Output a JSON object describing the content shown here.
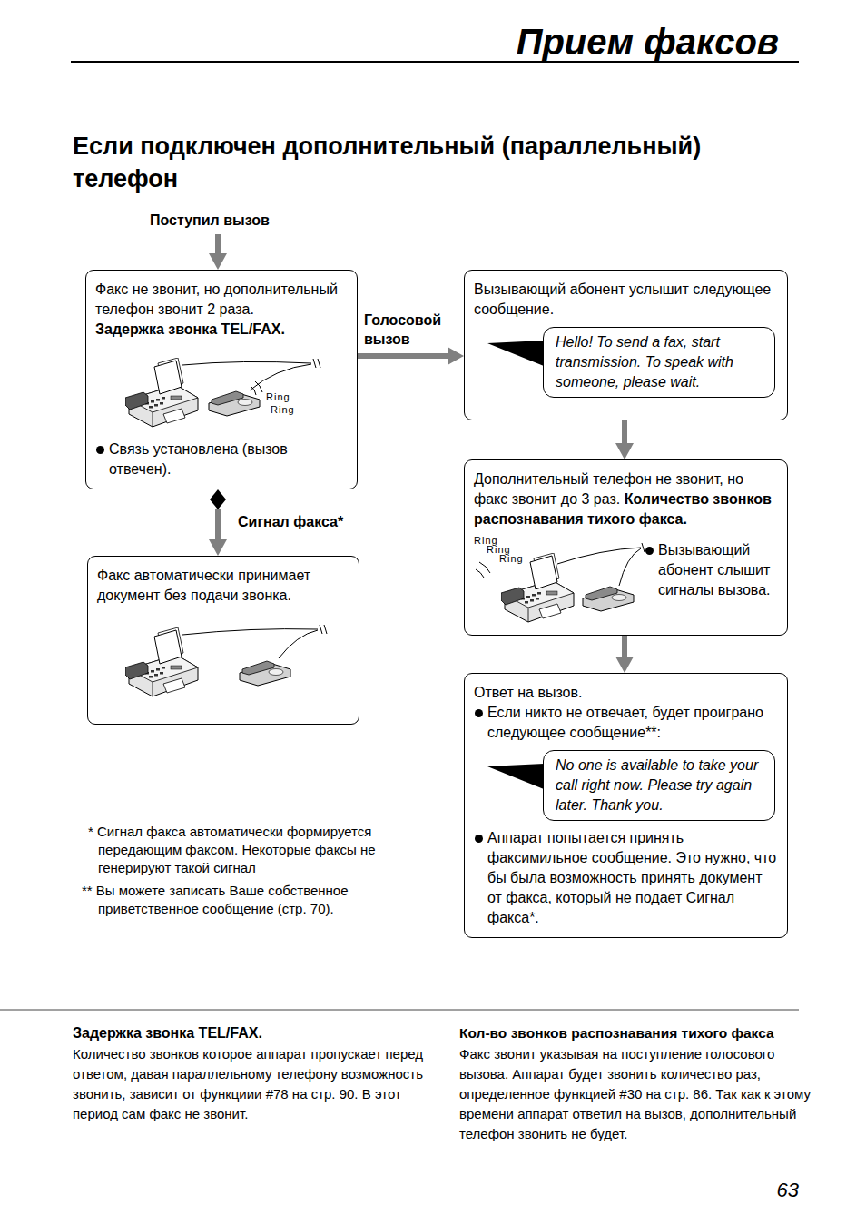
{
  "diagram": {
    "title": "Если подключен дополнительный (параллельный) телефон",
    "nodes": [
      {
        "text": [
          "Факс не звонит, но дополнительный телефон звонит 2 раза.",
          "Задержка звонка TEL/FAX.",
          "Связь установлена (вызов отвечен)."
        ]
      },
      {
        "text": [
          "Вызывающий абонент услышит следующее сообщение."
        ]
      },
      {
        "text": [
          "Hello! To send a fax, start transmission. To speak with someone, please wait."
        ],
        "in": 1
      },
      {
        "text": [
          "Факс автоматически принимает документ без подачи звонка."
        ]
      },
      {
        "text": [
          "Дополнительный телефон не звонит, но факс звонит до 3 раз.",
          "Количество звонков распознавания тихого факса.",
          "Вызывающий абонент слышит сигналы вызова."
        ]
      },
      {
        "text": [
          "Ответ на вызов.",
          "Если никто не отвечает, будет проиграно следующее сообщение**:",
          "Аппарат попытается принять факсимильное сообщение. Это нужно, что бы была возможность принять документ от факса, который не подает Сигнал факса*."
        ]
      },
      {
        "text": [
          "No one is available to take your call right now. Please try again later. Thank you."
        ],
        "in": 5
      }
    ],
    "edges": [
      {
        "from": 0,
        "to": 1,
        "label": "Голосовой вызов",
        "arrow": "to"
      },
      {
        "from": 0,
        "to": 3,
        "label": "Сигнал факса*",
        "arrow": "to"
      },
      {
        "from": 1,
        "to": 4,
        "arrow": "to"
      },
      {
        "from": 4,
        "to": 5,
        "arrow": "to"
      }
    ],
    "labels": [
      "Прием факсов",
      "Поступил вызов",
      "Ring",
      "Ring",
      "Ring",
      "Ring",
      "Ring",
      "* Сигнал факса автоматически формируется передающим факсом. Некоторые факсы не генерируют такой сигнал",
      "** Вы можете записать Ваше собственное приветственное сообщение (стр. 70).",
      "Задержка звонка TEL/FAX.",
      "Количество звонков которое аппарат пропускает перед ответом, давая параллельному телефону возможность звонить, зависит от функциии #78 на стр. 90. В этот период сам факс не звонит.",
      "Кол-во звонков распознавания тихого факса",
      "Факс звонит указывая на поступление голосового вызова. Аппарат будет звонить количество раз, определенное функцией #30 на стр. 86. Так как к этому времени аппарат ответил на вызов, дополнительный телефон звонить не будет.",
      "63"
    ]
  }
}
